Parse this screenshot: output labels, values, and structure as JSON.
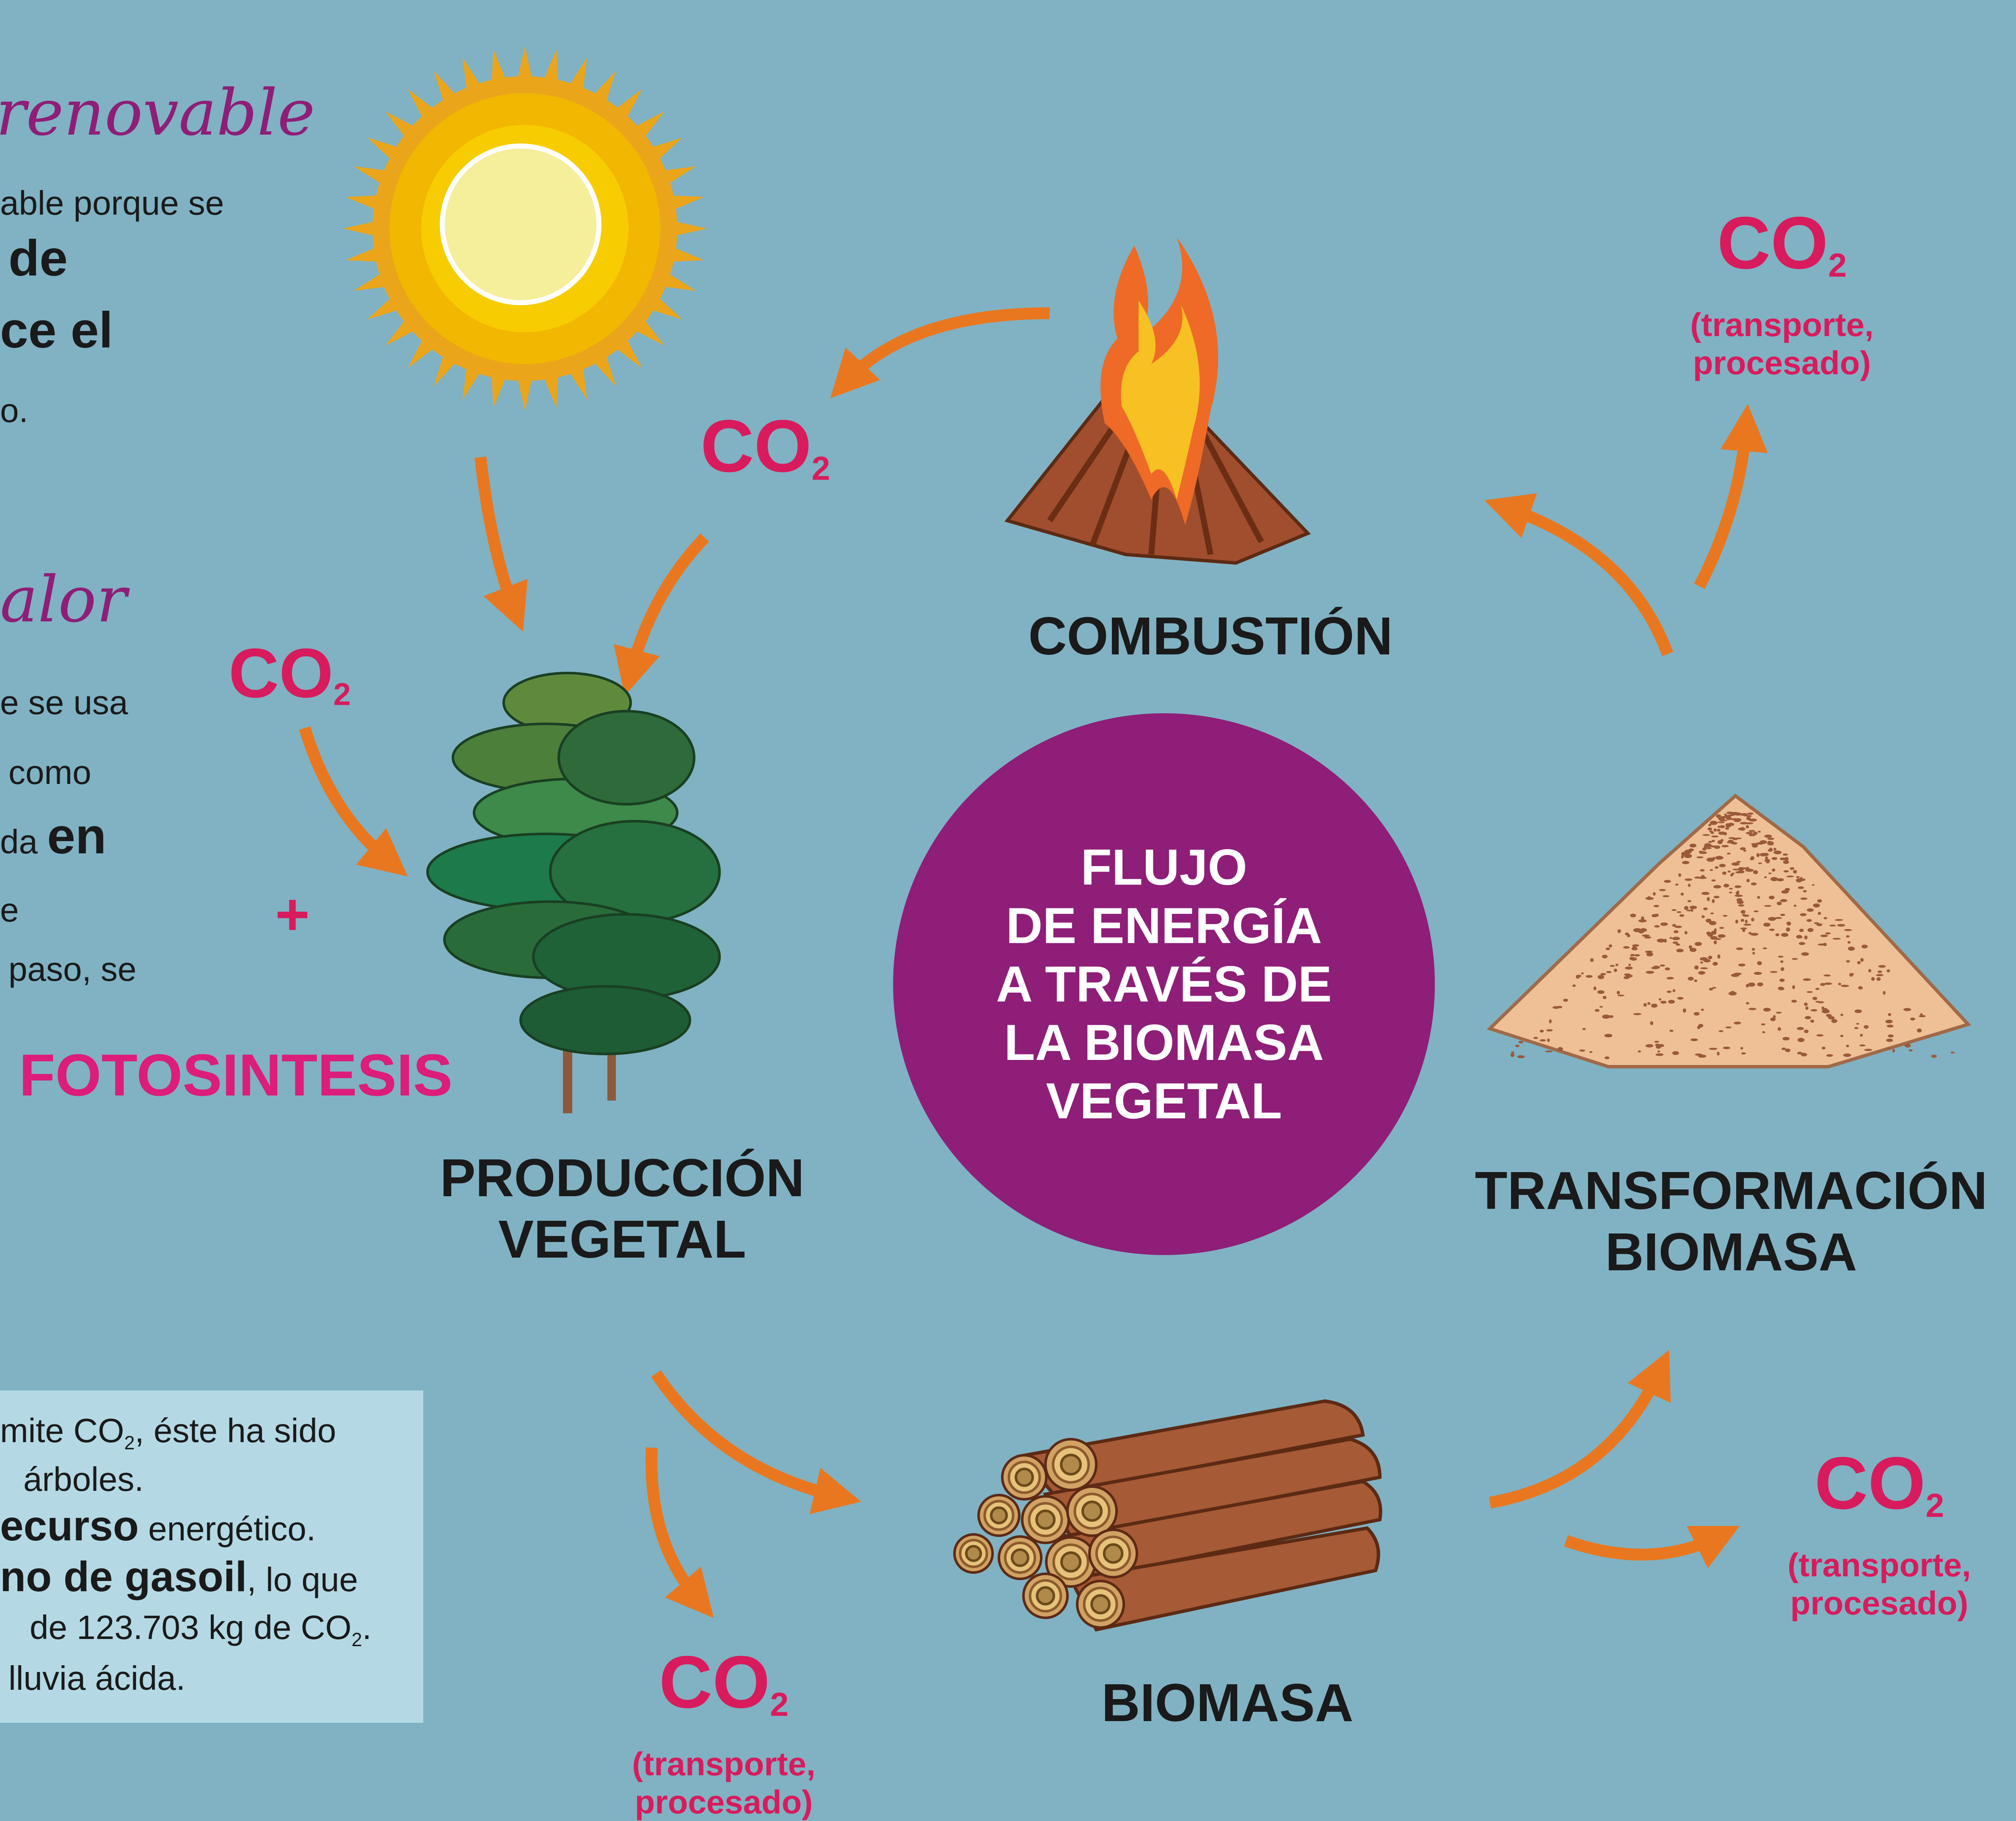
{
  "left_panel": {
    "heading_renewable": "renovable",
    "line1": "able porque se",
    "line2": "de",
    "line3": "ce el",
    "line4": "o.",
    "heading_heat": "alor",
    "line5": "e se usa",
    "line6": "como",
    "line7a": "da",
    "line7b": "en",
    "line8": "e",
    "line9": "paso, se",
    "fotosintesis": "FOTOSINTESIS",
    "plus": "+"
  },
  "info_box": {
    "l1a": "mite CO",
    "l1sub": "2",
    "l1b": ", éste ha sido",
    "l2": "árboles.",
    "l3a": "ecurso",
    "l3b": " energético.",
    "l4a": "no de gasoil",
    "l4b": ", lo que",
    "l5a": "de 123.703 kg de CO",
    "l5sub": "2",
    "l5b": ".",
    "l6": "lluvia ácida."
  },
  "center": {
    "l1": "FLUJO",
    "l2": "DE ENERGÍA",
    "l3": "A TRAVÉS DE",
    "l4": "LA BIOMASA",
    "l5": "VEGETAL"
  },
  "stages": {
    "combustion": "COMBUSTIÓN",
    "produccion_1": "PRODUCCIÓN",
    "produccion_2": "VEGETAL",
    "transformacion_1": "TRANSFORMACIÓN",
    "transformacion_2": "BIOMASA",
    "biomasa": "BIOMASA"
  },
  "co2": {
    "text": "CO",
    "sub": "2",
    "note_1": "(transporte,",
    "note_2": "procesado)"
  },
  "colors": {
    "background": "#80b2c3",
    "arrow": "#e9771f",
    "co2": "#d81b5c",
    "center_circle": "#8e1e78",
    "heading_script": "#8e1e78",
    "info_box": "#b4d9e5"
  },
  "icons": [
    "sun-icon",
    "tree-icon",
    "fire-icon",
    "sawdust-pile-icon",
    "log-pile-icon"
  ]
}
